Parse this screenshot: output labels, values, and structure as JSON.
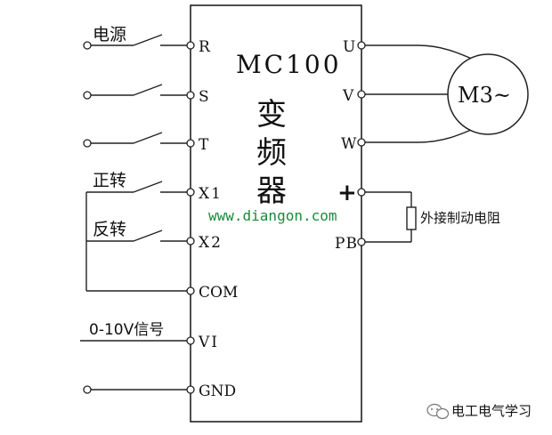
{
  "inverter": {
    "model": "MC100",
    "name_chars": [
      "变",
      "频",
      "器"
    ]
  },
  "left_terminals": [
    {
      "label": "R"
    },
    {
      "label": "S"
    },
    {
      "label": "T"
    },
    {
      "label": "X1"
    },
    {
      "label": "X2"
    },
    {
      "label": "COM"
    },
    {
      "label": "VI"
    },
    {
      "label": "GND"
    }
  ],
  "right_terminals": [
    {
      "label": "U"
    },
    {
      "label": "V"
    },
    {
      "label": "W"
    },
    {
      "label": "+"
    },
    {
      "label": "PB"
    }
  ],
  "labels": {
    "power": "电源",
    "forward": "正转",
    "reverse": "反转",
    "signal": "0-10V信号",
    "brake_resistor": "外接制动电阻",
    "motor": "M3~",
    "website": "www.diangon.com",
    "watermark": "电工电气学习"
  }
}
